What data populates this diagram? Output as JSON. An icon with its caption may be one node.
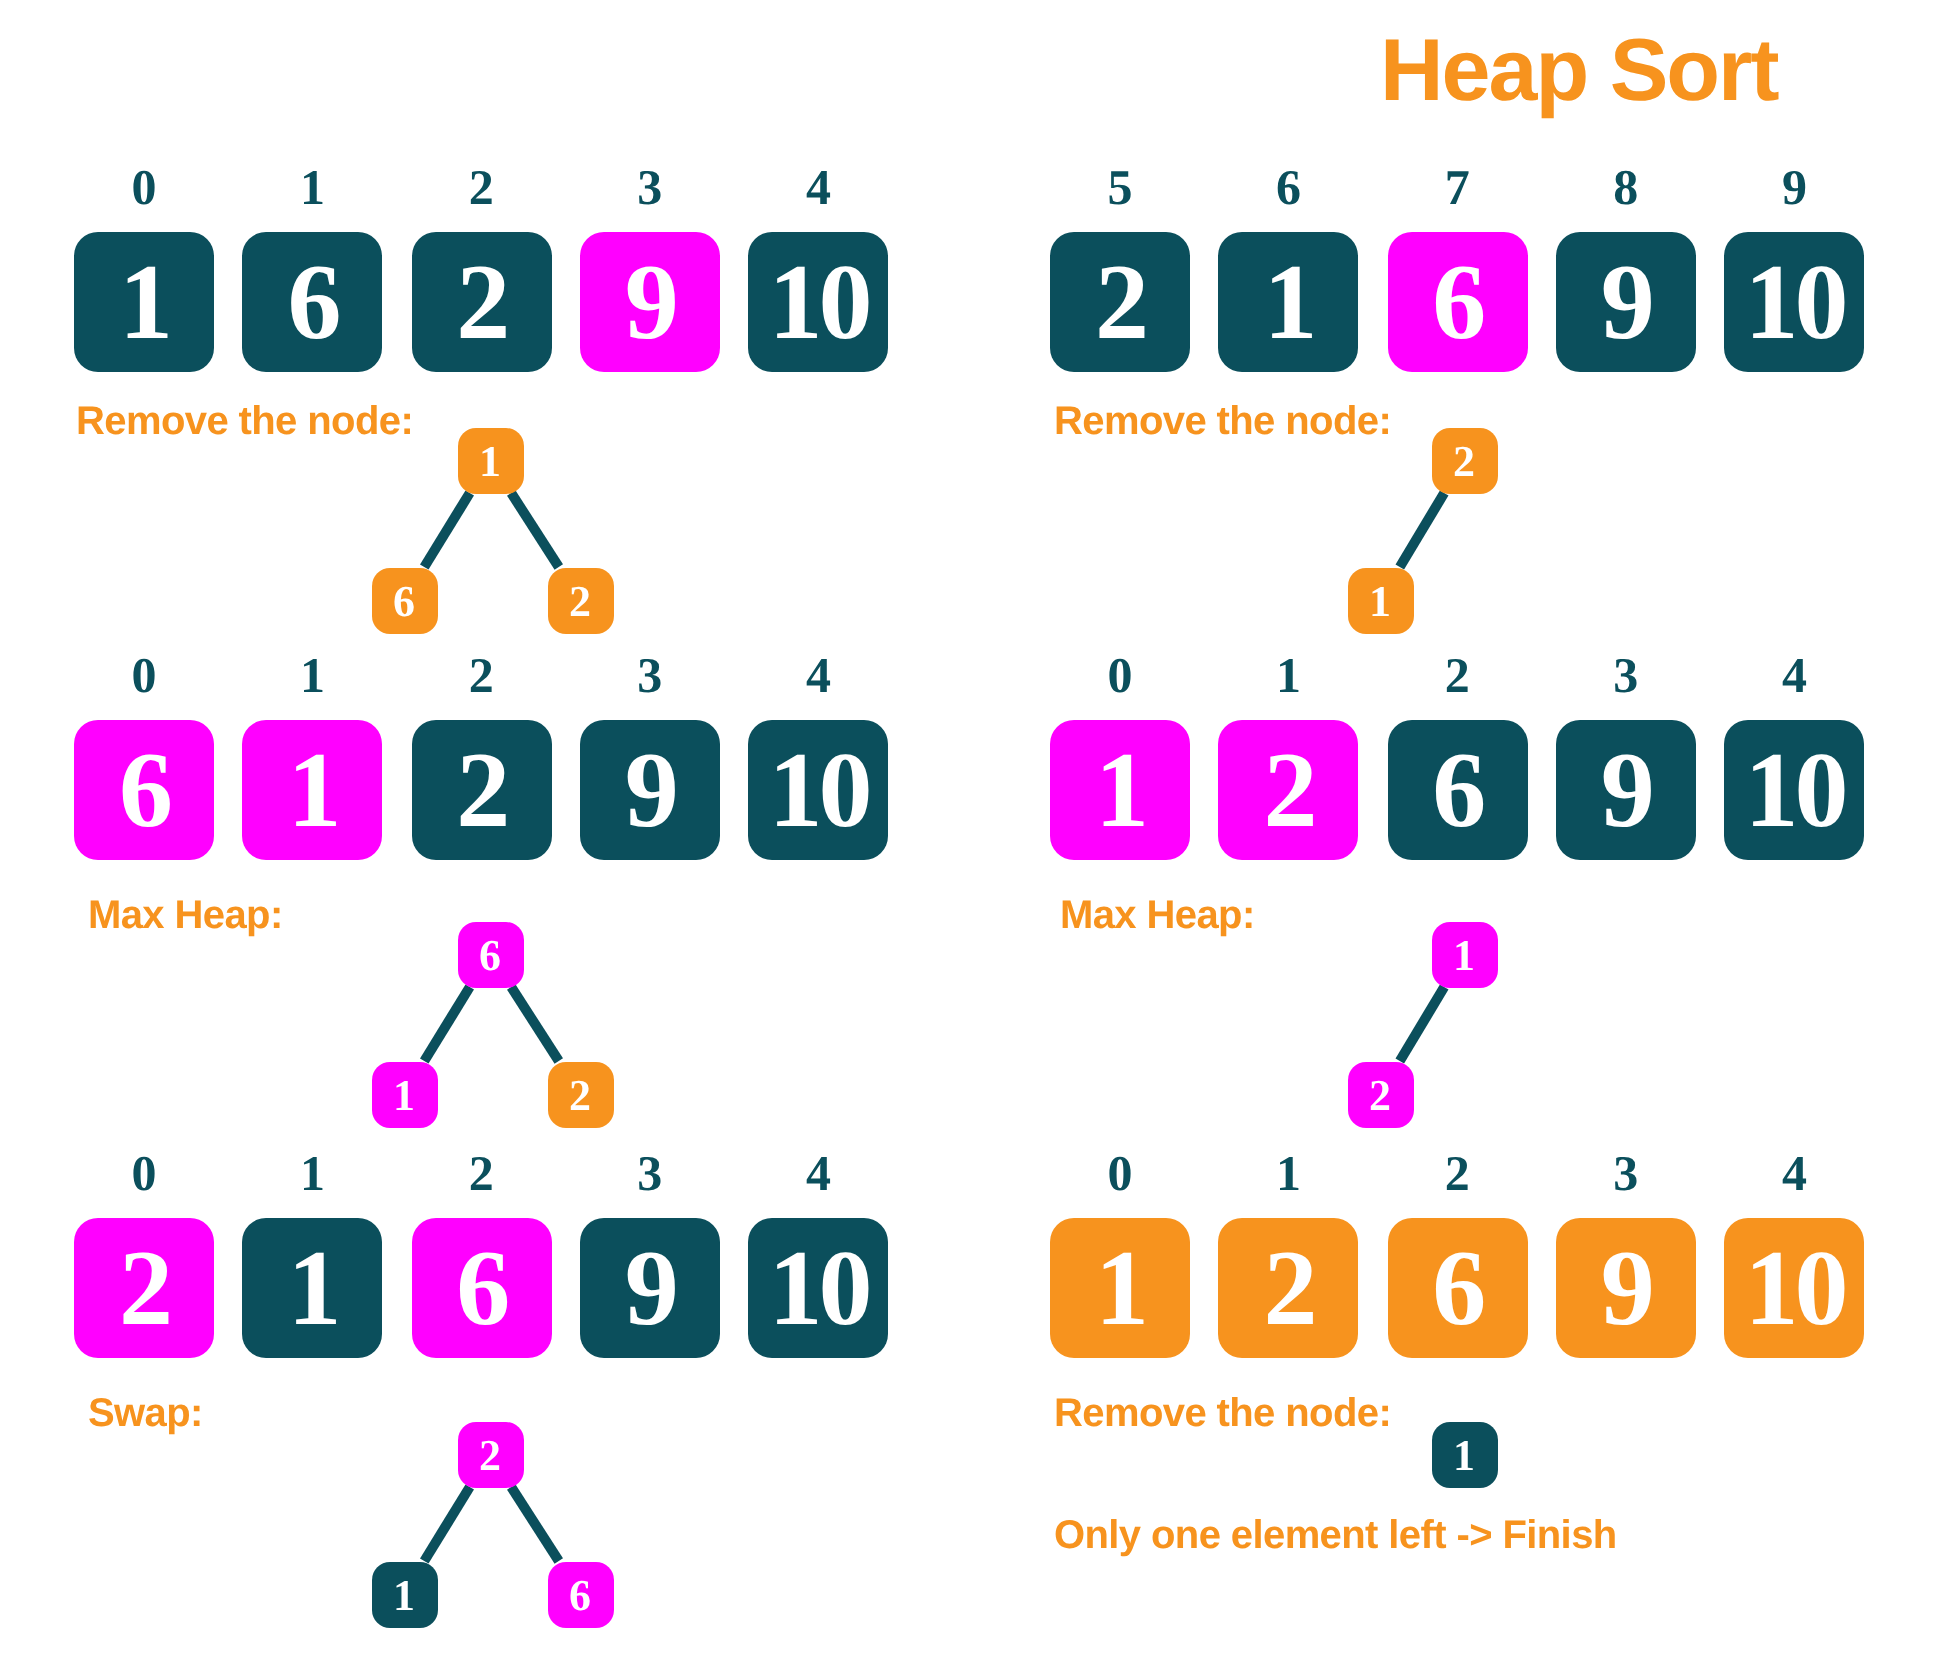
{
  "diagram": {
    "title": "Heap Sort",
    "nodes": [
      {
        "text": [
          "1"
        ],
        "beside": [
          "0"
        ]
      },
      {
        "text": [
          "6"
        ],
        "beside": [
          "1"
        ]
      },
      {
        "text": [
          "2"
        ],
        "beside": [
          "2"
        ]
      },
      {
        "text": [
          "9"
        ],
        "beside": [
          "3"
        ]
      },
      {
        "text": [
          "10"
        ],
        "beside": [
          "4"
        ]
      },
      {
        "text": [
          "1"
        ]
      },
      {
        "text": [
          "6"
        ]
      },
      {
        "text": [
          "2"
        ]
      },
      {
        "text": [
          "6"
        ],
        "beside": [
          "0"
        ]
      },
      {
        "text": [
          "1"
        ],
        "beside": [
          "1"
        ]
      },
      {
        "text": [
          "2"
        ],
        "beside": [
          "2"
        ]
      },
      {
        "text": [
          "9"
        ],
        "beside": [
          "3"
        ]
      },
      {
        "text": [
          "10"
        ],
        "beside": [
          "4"
        ]
      },
      {
        "text": [
          "6"
        ]
      },
      {
        "text": [
          "1"
        ]
      },
      {
        "text": [
          "2"
        ]
      },
      {
        "text": [
          "2"
        ],
        "beside": [
          "0"
        ]
      },
      {
        "text": [
          "1"
        ],
        "beside": [
          "1"
        ]
      },
      {
        "text": [
          "6"
        ],
        "beside": [
          "2"
        ]
      },
      {
        "text": [
          "9"
        ],
        "beside": [
          "3"
        ]
      },
      {
        "text": [
          "10"
        ],
        "beside": [
          "4"
        ]
      },
      {
        "text": [
          "2"
        ]
      },
      {
        "text": [
          "1"
        ]
      },
      {
        "text": [
          "6"
        ]
      },
      {
        "text": [
          "2"
        ],
        "beside": [
          "5"
        ]
      },
      {
        "text": [
          "1"
        ],
        "beside": [
          "6"
        ]
      },
      {
        "text": [
          "6"
        ],
        "beside": [
          "7"
        ]
      },
      {
        "text": [
          "9"
        ],
        "beside": [
          "8"
        ]
      },
      {
        "text": [
          "10"
        ],
        "beside": [
          "9"
        ]
      },
      {
        "text": [
          "2"
        ]
      },
      {
        "text": [
          "1"
        ]
      },
      {
        "text": [
          "1"
        ],
        "beside": [
          "0"
        ]
      },
      {
        "text": [
          "2"
        ],
        "beside": [
          "1"
        ]
      },
      {
        "text": [
          "6"
        ],
        "beside": [
          "2"
        ]
      },
      {
        "text": [
          "9"
        ],
        "beside": [
          "3"
        ]
      },
      {
        "text": [
          "10"
        ],
        "beside": [
          "4"
        ]
      },
      {
        "text": [
          "1"
        ]
      },
      {
        "text": [
          "2"
        ]
      },
      {
        "text": [
          "1"
        ],
        "beside": [
          "0"
        ]
      },
      {
        "text": [
          "2"
        ],
        "beside": [
          "1"
        ]
      },
      {
        "text": [
          "6"
        ],
        "beside": [
          "2"
        ]
      },
      {
        "text": [
          "9"
        ],
        "beside": [
          "3"
        ]
      },
      {
        "text": [
          "10"
        ],
        "beside": [
          "4"
        ]
      },
      {
        "text": [
          "1"
        ]
      }
    ],
    "edges": [
      {
        "from": 5,
        "to": 6,
        "arrow": "none"
      },
      {
        "from": 5,
        "to": 7,
        "arrow": "none"
      },
      {
        "from": 13,
        "to": 14,
        "arrow": "none"
      },
      {
        "from": 13,
        "to": 15,
        "arrow": "none"
      },
      {
        "from": 21,
        "to": 22,
        "arrow": "none"
      },
      {
        "from": 21,
        "to": 23,
        "arrow": "none"
      },
      {
        "from": 29,
        "to": 30,
        "arrow": "none"
      },
      {
        "from": 36,
        "to": 37,
        "arrow": "none"
      }
    ],
    "labels": [
      "Remove the node:",
      "Max Heap:",
      "Swap:",
      "Remove the node:",
      "Max Heap:",
      "Remove the node:",
      "Only one element left -> Finish"
    ]
  }
}
